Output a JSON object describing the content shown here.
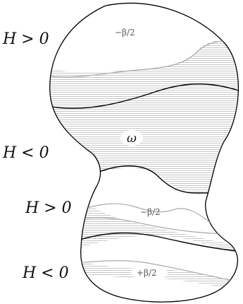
{
  "labels": {
    "h_pos_top": "H > 0",
    "h_neg_mid": "H < 0",
    "h_pos_low": "H > 0",
    "h_neg_bottom": "H < 0",
    "omega": "ω",
    "beta_top": "−β/2",
    "beta_mid": "−β/2",
    "beta_bottom": "+β/2"
  },
  "colors": {
    "outline": "#000000",
    "hatch": "#b8b8b8",
    "gray_curve": "#aaaaaa"
  }
}
